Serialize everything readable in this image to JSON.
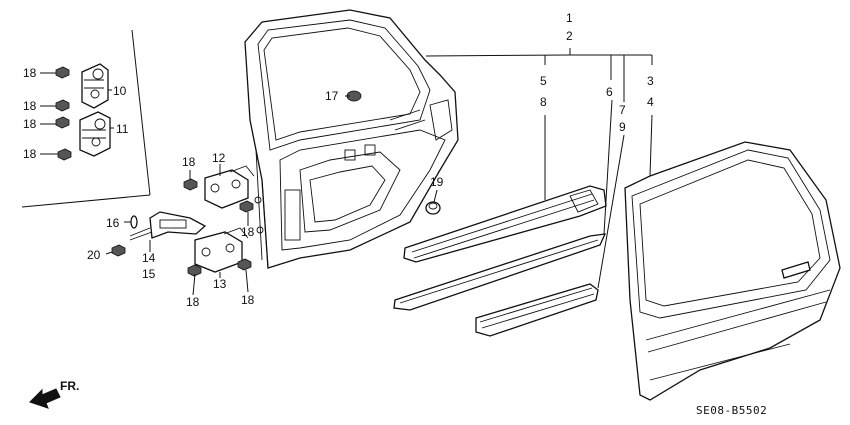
{
  "callouts": {
    "c1": "1",
    "c2": "2",
    "c3": "3",
    "c4": "4",
    "c5": "5",
    "c6": "6",
    "c7": "7",
    "c8": "8",
    "c9": "9",
    "c10": "10",
    "c11": "11",
    "c12": "12",
    "c13": "13",
    "c14": "14",
    "c15": "15",
    "c16": "16",
    "c17": "17",
    "c18": "18",
    "c19": "19",
    "c20": "20"
  },
  "direction_label": "FR.",
  "diagram_code": "SE08-B5502"
}
